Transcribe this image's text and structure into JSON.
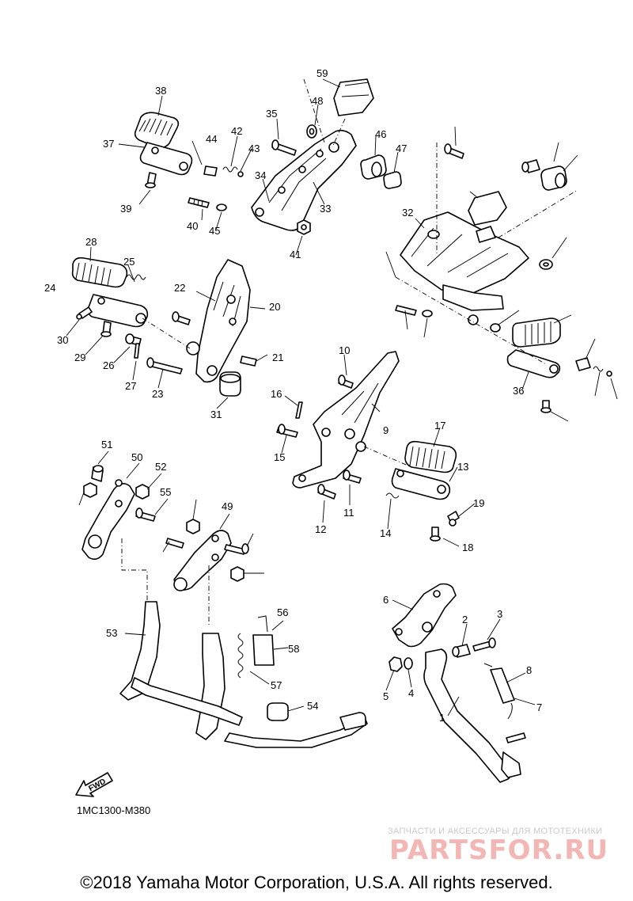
{
  "diagram": {
    "callouts": [
      "1",
      "2",
      "3",
      "4",
      "5",
      "6",
      "7",
      "8",
      "9",
      "10",
      "11",
      "12",
      "13",
      "14",
      "15",
      "16",
      "17",
      "18",
      "19",
      "20",
      "21",
      "22",
      "23",
      "24",
      "25",
      "26",
      "27",
      "28",
      "29",
      "30",
      "31",
      "32",
      "33",
      "34",
      "35",
      "36",
      "37",
      "38",
      "39",
      "40",
      "41",
      "42",
      "43",
      "44",
      "45",
      "46",
      "47",
      "48",
      "49",
      "50",
      "51",
      "52",
      "53",
      "54",
      "55",
      "56",
      "57",
      "58",
      "59"
    ],
    "fwd_label": "FWD",
    "code": "1MC1300-M380"
  },
  "watermark": {
    "caption": "ЗАПЧАСТИ И АКСЕССУАРЫ ДЛЯ МОТОТЕХНИКИ",
    "logo": "PARTSFOR.RU"
  },
  "copyright": "©2018 Yamaha Motor Corporation, U.S.A. All rights reserved."
}
